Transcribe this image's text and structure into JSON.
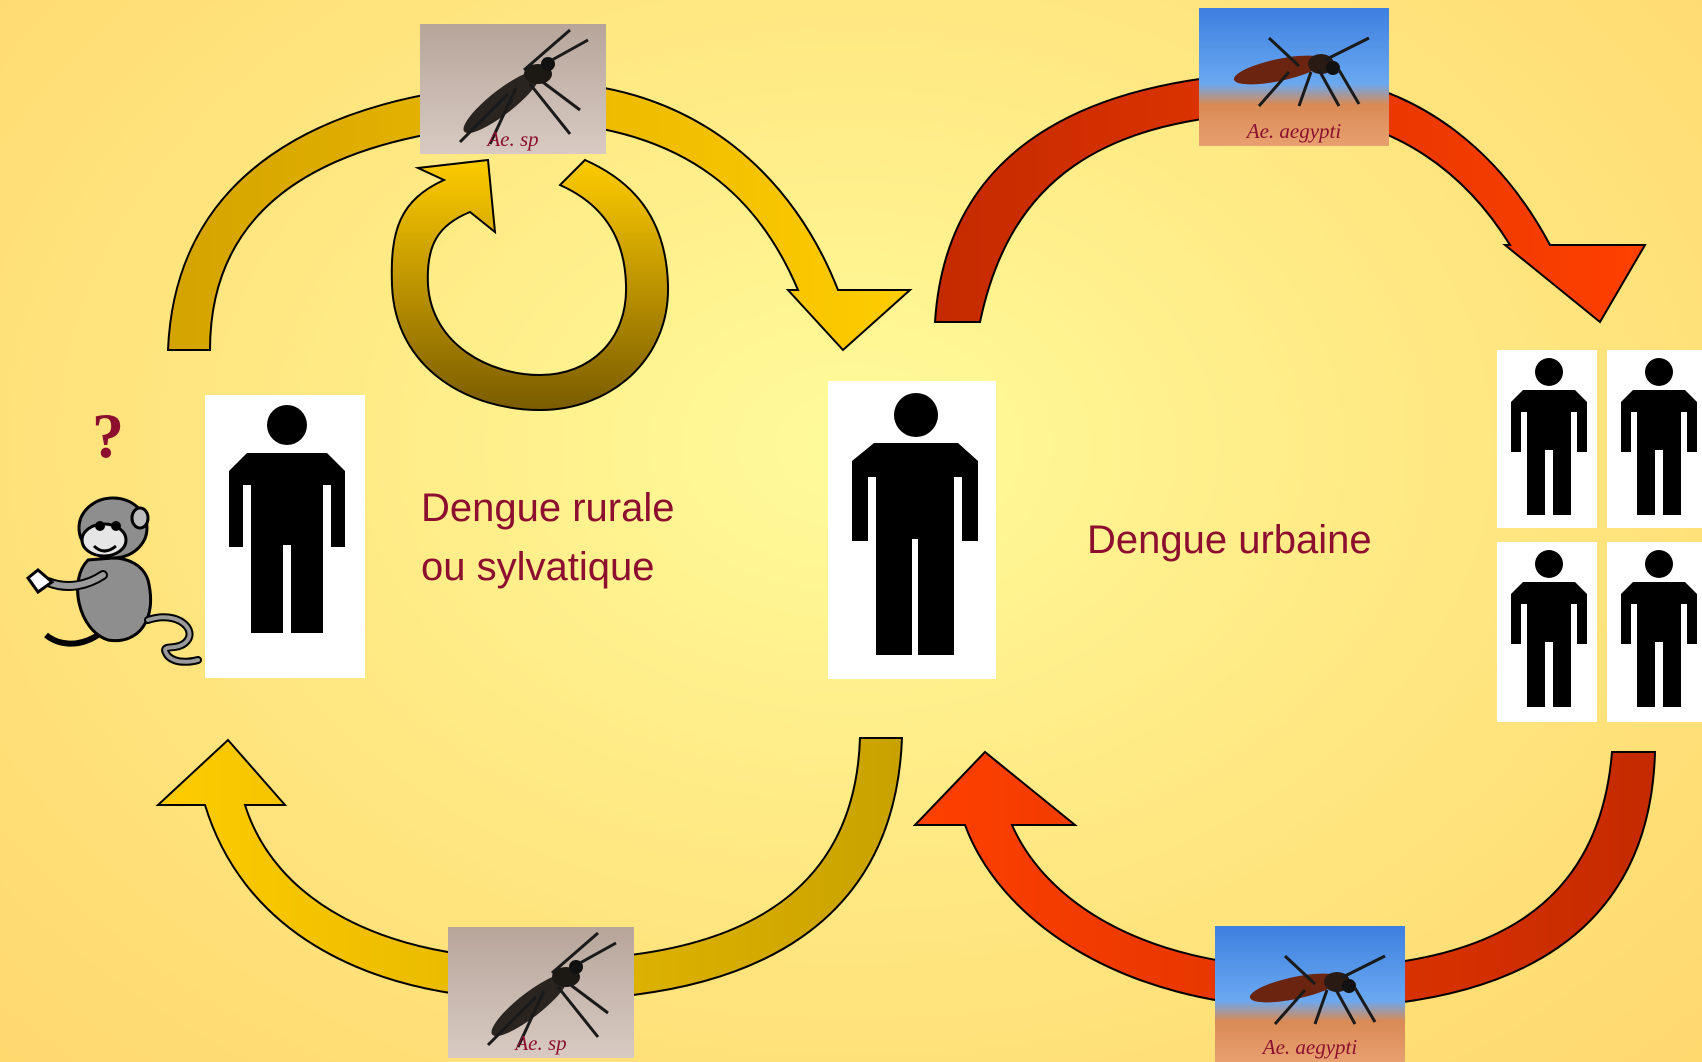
{
  "labels": {
    "rural": [
      "Dengue rurale",
      "ou sylvatique"
    ],
    "urban": "Dengue urbaine",
    "question": "?"
  },
  "vectors": {
    "sylvatic_top": "Ae. sp",
    "sylvatic_bottom": "Ae. sp",
    "urban_top": "Ae. aegypti",
    "urban_bottom": "Ae. aegypti"
  },
  "icons": {
    "person": "person-silhouette-icon",
    "monkey": "monkey-icon",
    "mosquito": "mosquito-icon"
  },
  "colors": {
    "text": "#8c0f2f",
    "sylvatic_arrow": "#f2c200",
    "sylvatic_arrow_dark": "#b08a00",
    "urban_arrow": "#ff3b00",
    "urban_arrow_dark": "#c62800",
    "background": "#ffe680"
  }
}
